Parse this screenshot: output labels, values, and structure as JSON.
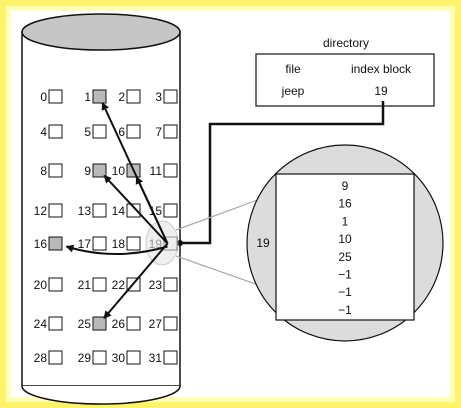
{
  "colors": {
    "frame_outer": "#fff36a",
    "frame_inner": "#ffffb8",
    "panel": "#ffffff",
    "disk_cap": "#c6c6c6",
    "used_block": "#b9b9b9",
    "free_block": "#ffffff",
    "zoom_circle": "#dcdcdc",
    "line": "#111111"
  },
  "directory": {
    "title": "directory",
    "col_file": "file",
    "col_index_block": "index block",
    "row_file": "jeep",
    "row_index_block": "19"
  },
  "disk_blocks": [
    {
      "num": "0",
      "used": false
    },
    {
      "num": "1",
      "used": true
    },
    {
      "num": "2",
      "used": false
    },
    {
      "num": "3",
      "used": false
    },
    {
      "num": "4",
      "used": false
    },
    {
      "num": "5",
      "used": false
    },
    {
      "num": "6",
      "used": false
    },
    {
      "num": "7",
      "used": false
    },
    {
      "num": "8",
      "used": false
    },
    {
      "num": "9",
      "used": true
    },
    {
      "num": "10",
      "used": true
    },
    {
      "num": "11",
      "used": false
    },
    {
      "num": "12",
      "used": false
    },
    {
      "num": "13",
      "used": false
    },
    {
      "num": "14",
      "used": false
    },
    {
      "num": "15",
      "used": false
    },
    {
      "num": "16",
      "used": true
    },
    {
      "num": "17",
      "used": false
    },
    {
      "num": "18",
      "used": false
    },
    {
      "num": "19",
      "used": false
    },
    {
      "num": "20",
      "used": false
    },
    {
      "num": "21",
      "used": false
    },
    {
      "num": "22",
      "used": false
    },
    {
      "num": "23",
      "used": false
    },
    {
      "num": "24",
      "used": false
    },
    {
      "num": "25",
      "used": true
    },
    {
      "num": "26",
      "used": false
    },
    {
      "num": "27",
      "used": false
    },
    {
      "num": "28",
      "used": false
    },
    {
      "num": "29",
      "used": false
    },
    {
      "num": "30",
      "used": false
    },
    {
      "num": "31",
      "used": false
    }
  ],
  "index_block": {
    "label": "19",
    "entries": [
      "9",
      "16",
      "1",
      "10",
      "25",
      "−1",
      "−1",
      "−1"
    ]
  },
  "pointer_targets": [
    "1",
    "9",
    "10",
    "16",
    "25"
  ],
  "index_source": "19"
}
